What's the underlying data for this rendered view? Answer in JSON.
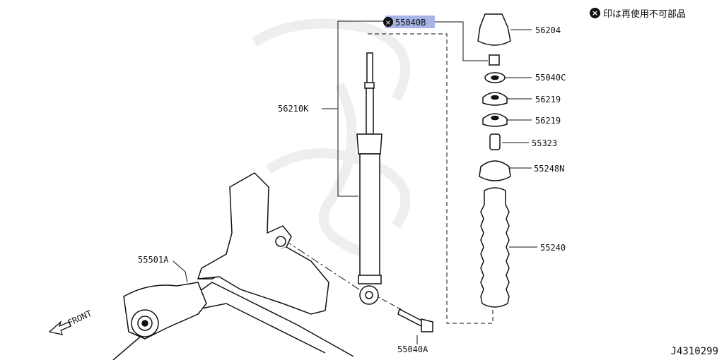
{
  "note": {
    "symbol": "×",
    "text": "印は再使用不可部品"
  },
  "figure_id": "J4310299",
  "parts": {
    "p55040B": "55040B",
    "p56204": "56204",
    "p55040C": "55040C",
    "p56219a": "56219",
    "p56219b": "56219",
    "p55323": "55323",
    "p55248N": "55248N",
    "p55240": "55240",
    "p56210K": "56210K",
    "p55501A": "55501A",
    "p55040A": "55040A"
  },
  "front_label": "FRONT",
  "colors": {
    "highlight": "#a9b4e6",
    "line": "#111111"
  }
}
